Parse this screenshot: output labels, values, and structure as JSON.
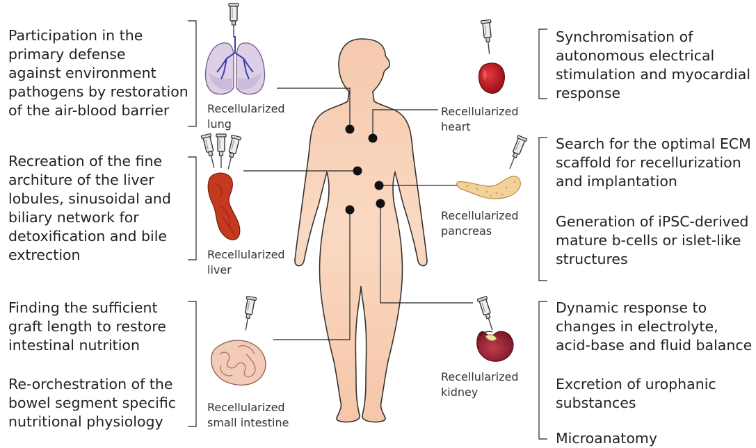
{
  "colors": {
    "body_fill": "#f7cfb3",
    "body_stroke": "#333333",
    "marker": "#111111",
    "lung": "#b79bc7",
    "heart": "#c0121a",
    "liver": "#c23a22",
    "pancreas": "#f2cf94",
    "kidney": "#9b1f2c",
    "intestine": "#f2c8b6"
  },
  "left": {
    "lung_text": "Participation in the\nprimary defense\nagainst environment\npathogens by restoration\nof the air-blood barrier",
    "liver_text": "Recreation of the fine\narchiture of the liver\nlobules, sinusoidal and\nbiliary network for\ndetoxification and bile\nextrection",
    "intestine_text_1": "Finding the sufficient\ngraft length to restore\nintestinal nutrition",
    "intestine_text_2": "Re-orchestration of the\nbowel segment specific\nnutritional physiology"
  },
  "right": {
    "heart_text": "Synchromisation of\nautonomous electrical\nstimulation and myocardial\nresponse",
    "pancreas_text_1": "Search for the optimal ECM\nscaffold for recellurization\nand implantation",
    "pancreas_text_2": "Generation of iPSC-derived\nmature b-cells or islet-like\nstructures",
    "kidney_text_1": "Dynamic response to\nchanges in electrolyte,\nacid-base and fluid balance",
    "kidney_text_2": "Excretion of urophanic\nsubstances",
    "kidney_text_3": "Microanatomy"
  },
  "labels": {
    "lung": "Recellularized\nlung",
    "liver": "Recellularized\nliver",
    "intestine": "Recellularized\nsmall intestine",
    "heart": "Recellularized\nheart",
    "pancreas": "Recellularized\npancreas",
    "kidney": "Recellularized\nkidney"
  },
  "icons": {
    "lung": "lung-icon",
    "liver": "liver-icon",
    "intestine": "small-intestine-icon",
    "heart": "heart-icon",
    "pancreas": "pancreas-icon",
    "kidney": "kidney-icon",
    "syringe": "syringe-icon",
    "body": "human-body-silhouette"
  }
}
